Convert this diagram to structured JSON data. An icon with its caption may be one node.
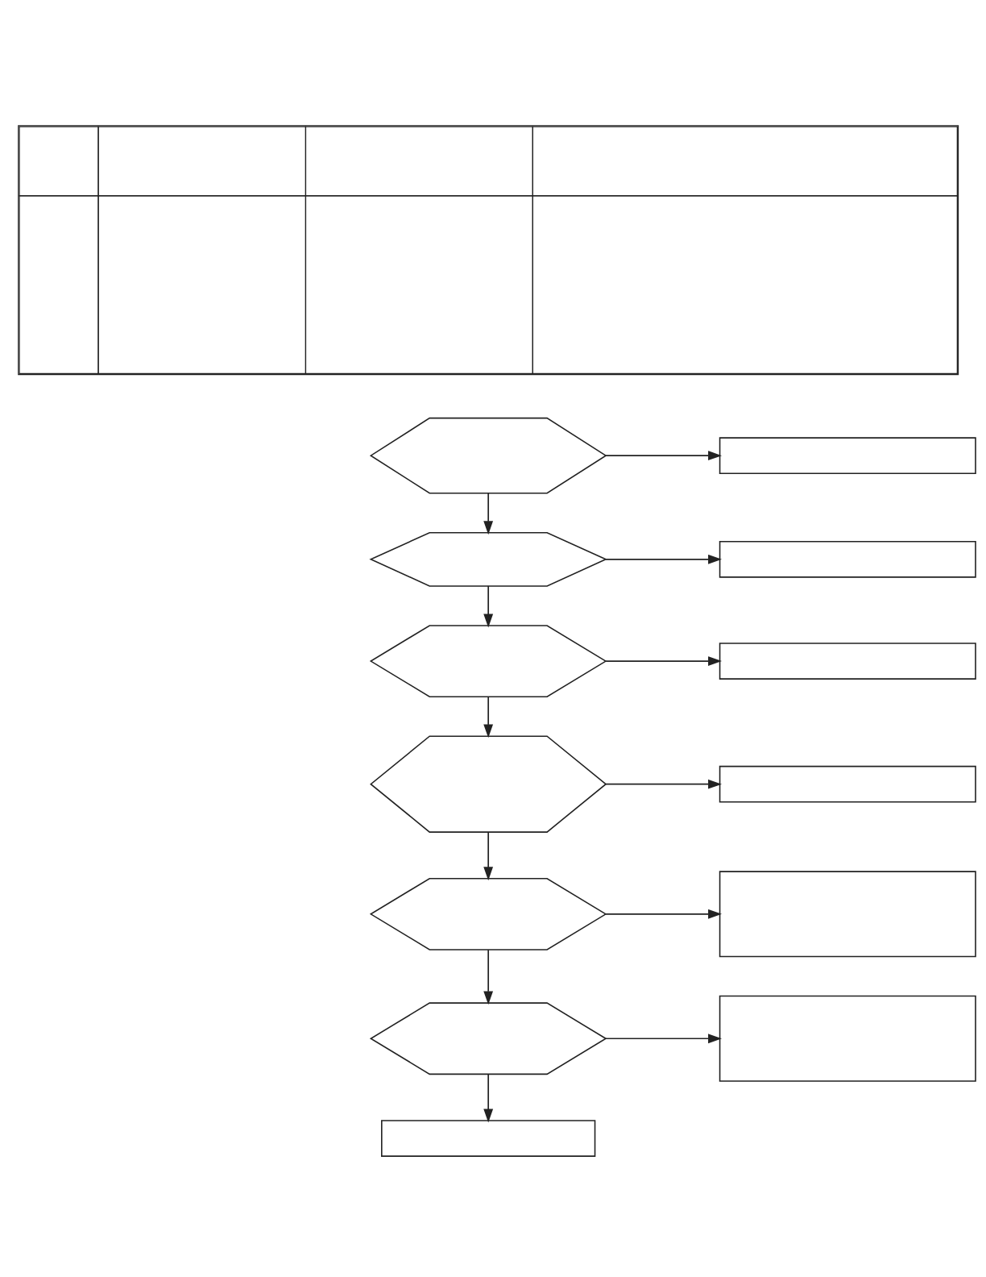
{
  "diagram": {
    "nodes": [
      {
        "text": [],
        "shape": "table"
      },
      {
        "text": [],
        "shape": "hexagon"
      },
      {
        "text": [],
        "shape": "box"
      },
      {
        "text": [],
        "shape": "hexagon"
      },
      {
        "text": [],
        "shape": "box"
      },
      {
        "text": [],
        "shape": "hexagon"
      },
      {
        "text": [],
        "shape": "box"
      },
      {
        "text": [],
        "shape": "hexagon"
      },
      {
        "text": [],
        "shape": "box"
      },
      {
        "text": [],
        "shape": "hexagon"
      },
      {
        "text": [],
        "shape": "box"
      },
      {
        "text": [],
        "shape": "hexagon"
      },
      {
        "text": [],
        "shape": "box"
      },
      {
        "text": [],
        "shape": "box"
      }
    ],
    "edges": [
      {
        "from": 1,
        "to": 2,
        "arrow": "to"
      },
      {
        "from": 1,
        "to": 3,
        "arrow": "to"
      },
      {
        "from": 3,
        "to": 4,
        "arrow": "to"
      },
      {
        "from": 3,
        "to": 5,
        "arrow": "to"
      },
      {
        "from": 5,
        "to": 6,
        "arrow": "to"
      },
      {
        "from": 5,
        "to": 7,
        "arrow": "to"
      },
      {
        "from": 7,
        "to": 8,
        "arrow": "to"
      },
      {
        "from": 7,
        "to": 9,
        "arrow": "to"
      },
      {
        "from": 9,
        "to": 10,
        "arrow": "to"
      },
      {
        "from": 9,
        "to": 11,
        "arrow": "to"
      },
      {
        "from": 11,
        "to": 12,
        "arrow": "to"
      },
      {
        "from": 11,
        "to": 13,
        "arrow": "to"
      }
    ]
  }
}
